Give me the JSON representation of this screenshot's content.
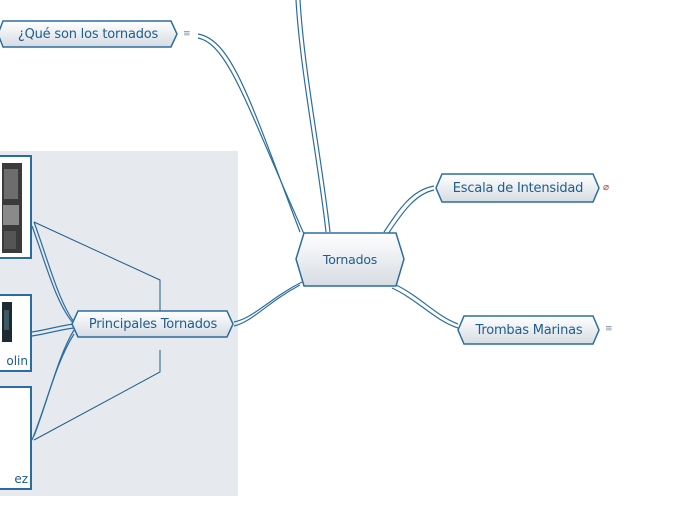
{
  "diagram": {
    "central": {
      "label": "Tornados"
    },
    "topics": [
      {
        "id": "que-son",
        "label": "¿Qué son los tornados",
        "marker": "≡"
      },
      {
        "id": "escala",
        "label": "Escala de Intensidad",
        "marker": "⌀"
      },
      {
        "id": "trombas",
        "label": "Trombas Marinas",
        "marker": "≡"
      },
      {
        "id": "principales",
        "label": "Principales Tornados",
        "marker": ""
      }
    ],
    "image_nodes": [
      {
        "caption": ""
      },
      {
        "caption": "olin"
      },
      {
        "caption": "ez"
      }
    ]
  },
  "colors": {
    "topic_border": "#2c6d9f",
    "topic_text": "#1f5d8c",
    "panel_bg": "#e6e9ed",
    "link_line": "#2c6d9f"
  }
}
